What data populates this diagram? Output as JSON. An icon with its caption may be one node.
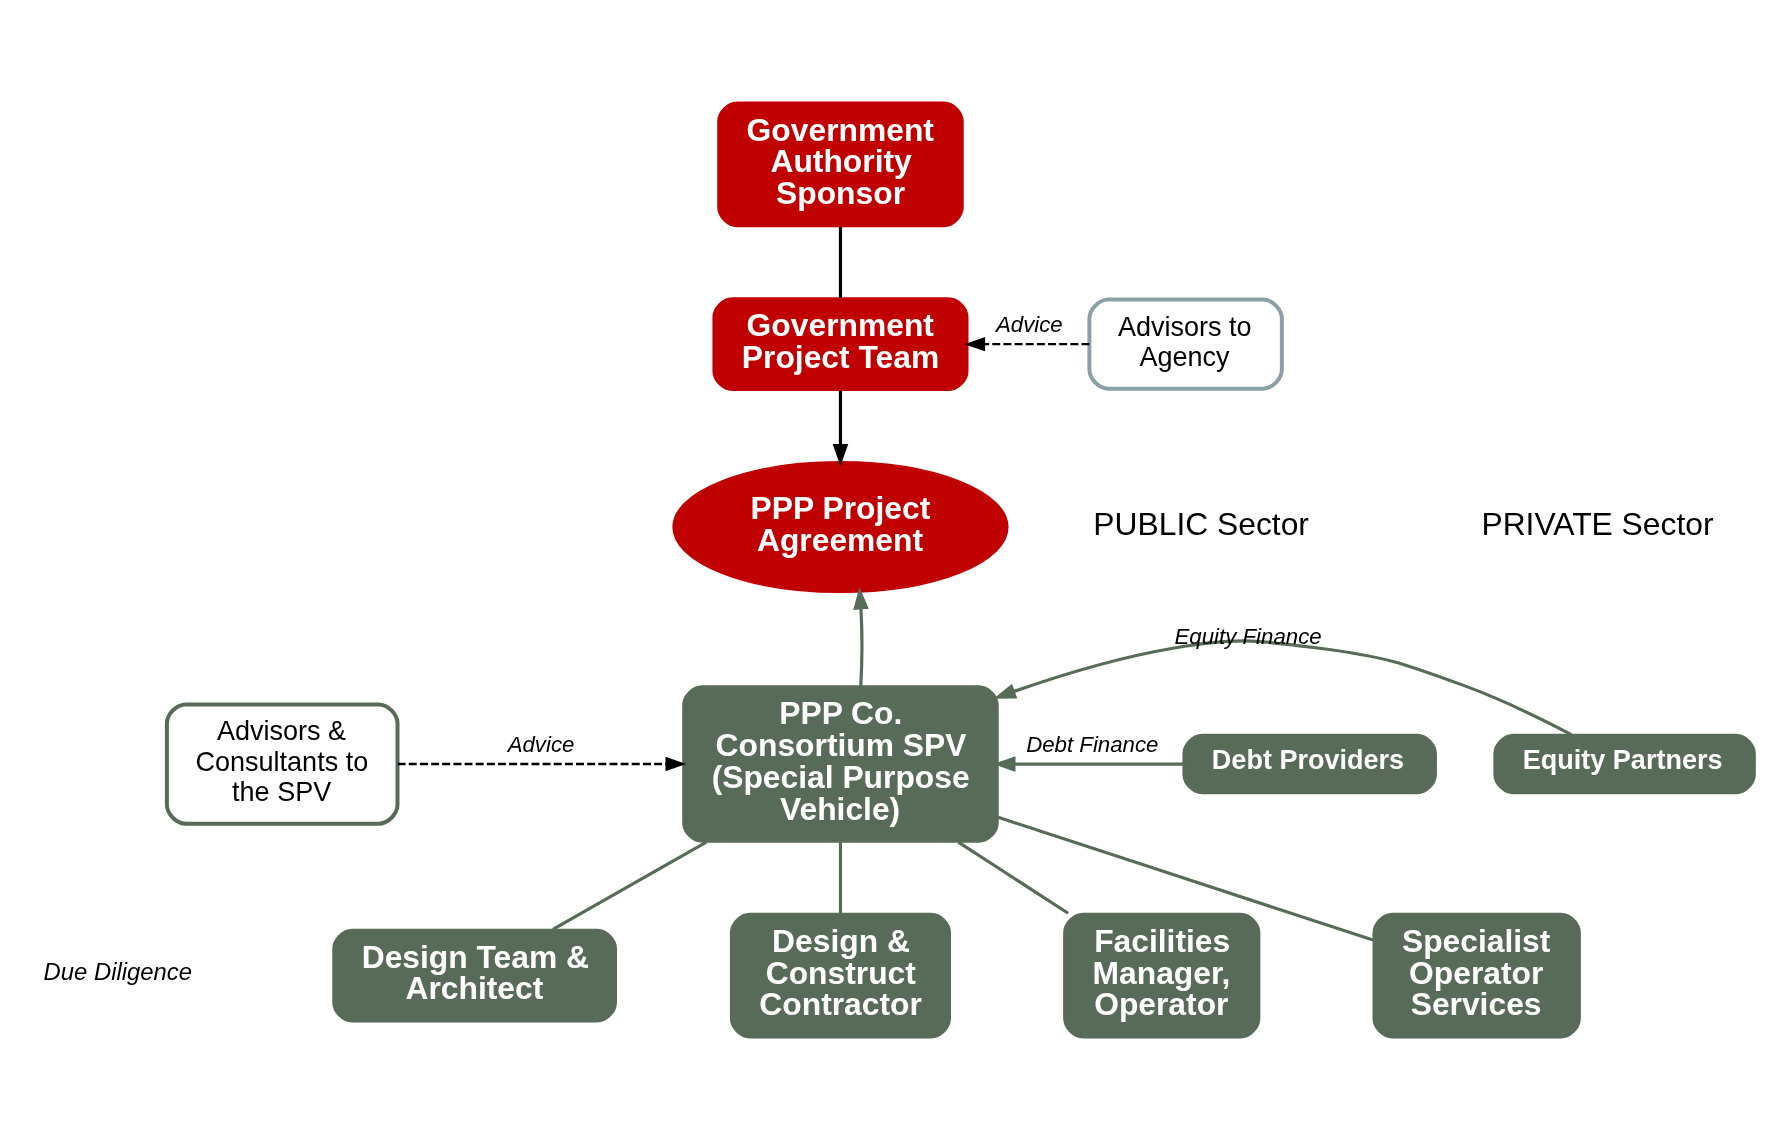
{
  "diagram": {
    "nodes": [
      {
        "text": [
          "Government Authority Sponsor"
        ]
      },
      {
        "text": [
          "Government Project Team"
        ]
      },
      {
        "text": [
          "Advisors to Agency"
        ]
      },
      {
        "text": [
          "PPP Project Agreement"
        ]
      },
      {
        "text": [
          "PPP Co. Consortium SPV",
          "(Special Purpose Vehicle)"
        ]
      },
      {
        "text": [
          "Advisors & Consultants to the SPV"
        ]
      },
      {
        "text": [
          "Debt Providers"
        ]
      },
      {
        "text": [
          "Equity Partners"
        ]
      },
      {
        "text": [
          "Design Team & Architect"
        ]
      },
      {
        "text": [
          "Design & Construct Contractor"
        ]
      },
      {
        "text": [
          "Facilities Manager, Operator"
        ]
      },
      {
        "text": [
          "Specialist Operator Services"
        ]
      }
    ],
    "edges": [
      {
        "from": 0,
        "to": 1,
        "arrow": "none",
        "color": "#000000"
      },
      {
        "from": 2,
        "to": 1,
        "arrow": "to",
        "label": "Advice",
        "style": "dashed",
        "color": "#000000"
      },
      {
        "from": 1,
        "to": 3,
        "arrow": "to",
        "color": "#000000"
      },
      {
        "from": 4,
        "to": 3,
        "arrow": "to"
      },
      {
        "from": 5,
        "to": 4,
        "arrow": "to",
        "label": "Advice",
        "style": "dashed",
        "color": "#000000"
      },
      {
        "from": 6,
        "to": 4,
        "arrow": "to",
        "label": "Debt Finance"
      },
      {
        "from": 7,
        "to": 4,
        "arrow": "to",
        "label": "Equity Finance"
      },
      {
        "from": 4,
        "to": 8,
        "arrow": "none"
      },
      {
        "from": 4,
        "to": 9,
        "arrow": "none"
      },
      {
        "from": 4,
        "to": 10,
        "arrow": "none"
      },
      {
        "from": 4,
        "to": 11,
        "arrow": "none"
      }
    ],
    "labels": [
      "PUBLIC Sector",
      "PRIVATE Sector",
      "Due Diligence"
    ]
  }
}
